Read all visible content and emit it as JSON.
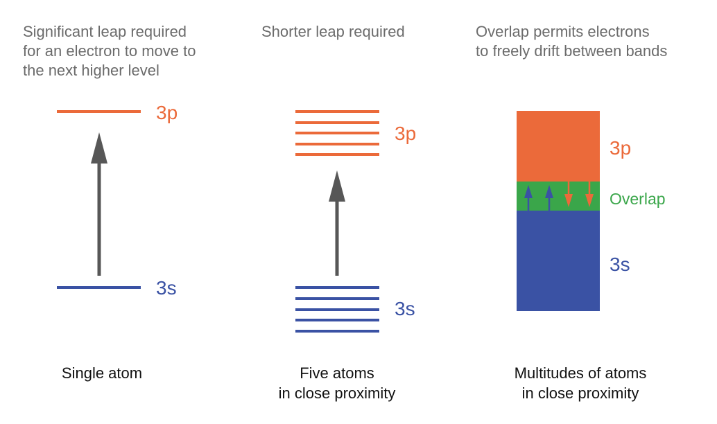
{
  "panels": [
    {
      "caption": "Significant leap required\nfor an electron to move to\nthe next higher level",
      "label_3p": "3p",
      "label_3s": "3s",
      "footer": "Single atom"
    },
    {
      "caption": "Shorter leap required",
      "label_3p": "3p",
      "label_3s": "3s",
      "footer": "Five atoms\nin close proximity"
    },
    {
      "caption": "Overlap permits electrons\nto freely drift between bands",
      "label_3p": "3p",
      "label_overlap": "Overlap",
      "label_3s": "3s",
      "footer": "Multitudes of atoms\nin close proximity"
    }
  ],
  "colors": {
    "orange": "#EB6A3A",
    "blue": "#3A52A4",
    "green": "#3AA64A",
    "arrow_gray": "#575757",
    "caption_gray": "#6b6b6b"
  }
}
